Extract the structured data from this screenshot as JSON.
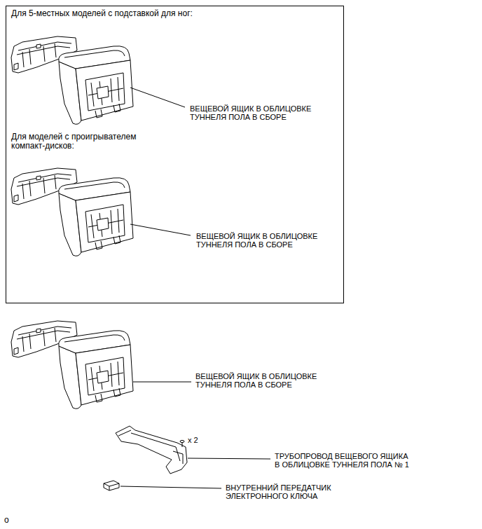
{
  "diagram": {
    "nodes": [
      {
        "text": [
          "Для 5-местных моделей с подставкой для ног:",
          "ВЕЩЕВОЙ ЯЩИК В ОБЛИЦОВКЕ ТУННЕЛЯ ПОЛА В СБОРЕ",
          "Для моделей с проигрывателем компакт-дисков:",
          "ВЕЩЕВОЙ ЯЩИК В ОБЛИЦОВКЕ ТУННЕЛЯ ПОЛА В СБОРЕ"
        ]
      }
    ],
    "labels": [
      "ВЕЩЕВОЙ ЯЩИК В ОБЛИЦОВКЕ ТУННЕЛЯ ПОЛА В СБОРЕ",
      "x 2",
      "ТРУБОПРОВОД ВЕЩЕВОГО ЯЩИКА В ОБЛИЦОВКЕ ТУННЕЛЯ ПОЛА № 1",
      "ВНУТРЕННИЙ ПЕРЕДАТЧИК ЭЛЕКТРОННОГО КЛЮЧА",
      "o"
    ]
  }
}
